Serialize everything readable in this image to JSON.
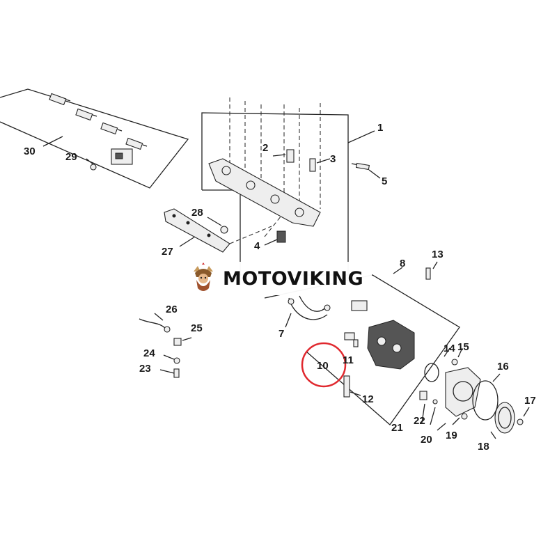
{
  "watermark": {
    "brand": "MOTOVIKING"
  },
  "callouts": [
    {
      "id": "c1",
      "label": "1"
    },
    {
      "id": "c2",
      "label": "2"
    },
    {
      "id": "c3",
      "label": "3"
    },
    {
      "id": "c4",
      "label": "4"
    },
    {
      "id": "c5",
      "label": "5"
    },
    {
      "id": "c7",
      "label": "7"
    },
    {
      "id": "c8",
      "label": "8"
    },
    {
      "id": "c10",
      "label": "10"
    },
    {
      "id": "c11",
      "label": "11"
    },
    {
      "id": "c12",
      "label": "12"
    },
    {
      "id": "c13",
      "label": "13"
    },
    {
      "id": "c14",
      "label": "14"
    },
    {
      "id": "c15",
      "label": "15"
    },
    {
      "id": "c16",
      "label": "16"
    },
    {
      "id": "c17",
      "label": "17"
    },
    {
      "id": "c18",
      "label": "18"
    },
    {
      "id": "c19",
      "label": "19"
    },
    {
      "id": "c20",
      "label": "20"
    },
    {
      "id": "c21",
      "label": "21"
    },
    {
      "id": "c22",
      "label": "22"
    },
    {
      "id": "c23",
      "label": "23"
    },
    {
      "id": "c24",
      "label": "24"
    },
    {
      "id": "c25",
      "label": "25"
    },
    {
      "id": "c26",
      "label": "26"
    },
    {
      "id": "c27",
      "label": "27"
    },
    {
      "id": "c28",
      "label": "28"
    },
    {
      "id": "c29",
      "label": "29"
    },
    {
      "id": "c30",
      "label": "30"
    }
  ],
  "highlight": {
    "callout": "10",
    "color": "#e0282e"
  }
}
